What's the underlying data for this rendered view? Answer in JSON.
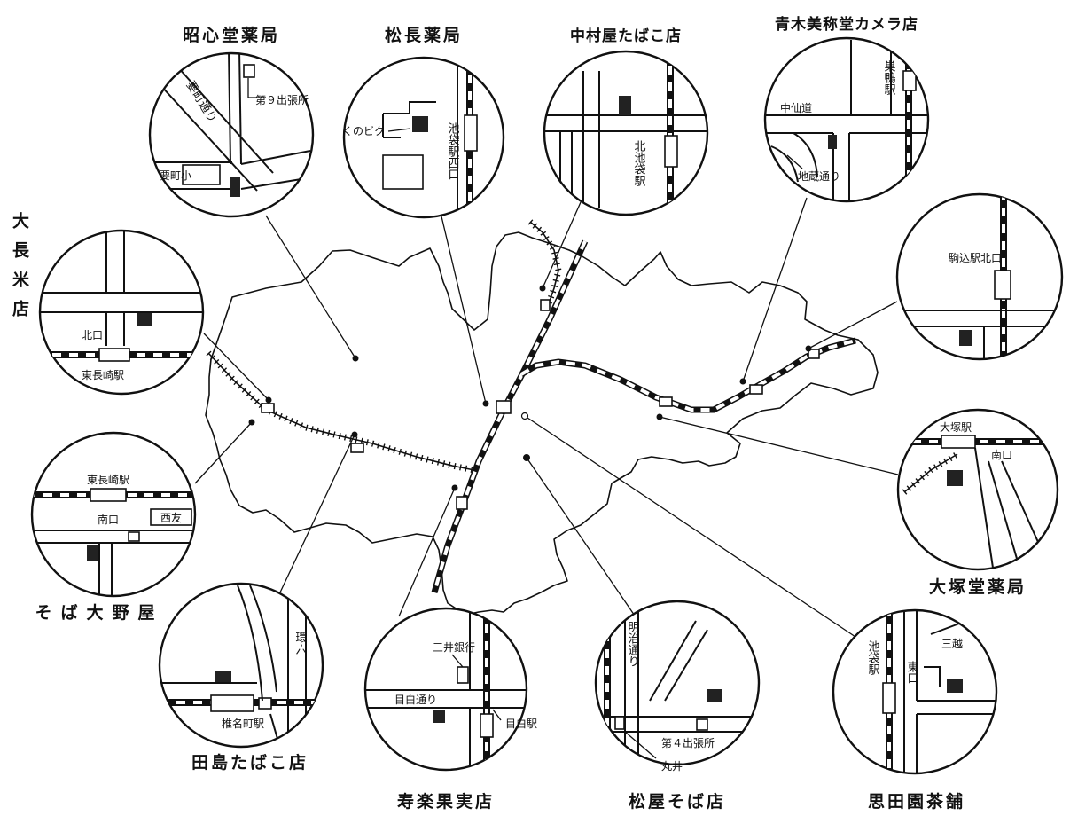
{
  "shops": {
    "shoshindo": {
      "name": "昭心堂薬局",
      "labels": {
        "street": "要町通り",
        "office": "第９出張所",
        "school": "要町小"
      }
    },
    "matsunaga": {
      "name": "松長薬局",
      "labels": {
        "station": "池袋駅西口",
        "building": "くのビク"
      }
    },
    "nakamuraya": {
      "name": "中村屋たばこ店",
      "labels": {
        "station": "北池袋駅"
      }
    },
    "aoki": {
      "name": "青木美称堂カメラ店",
      "labels": {
        "station": "巣鴨駅",
        "road": "中仙道",
        "street": "地蔵通り"
      }
    },
    "okubome": {
      "name": "大長米店",
      "labels": {
        "exit": "北口",
        "station": "東長崎駅"
      }
    },
    "komagome": {
      "labels": {
        "station": "駒込駅北口"
      }
    },
    "otsukado": {
      "name": "大塚堂薬局",
      "labels": {
        "station": "大塚駅",
        "exit": "南口"
      }
    },
    "sobaonoya": {
      "name": "そば大野屋",
      "labels": {
        "station": "東長崎駅",
        "exit": "南口",
        "store": "西友"
      }
    },
    "tajima": {
      "name": "田島たばこ店",
      "labels": {
        "station": "椎名町駅",
        "road": "環六"
      }
    },
    "jurakuka": {
      "name": "寿楽果実店",
      "labels": {
        "bank": "三井銀行",
        "street": "目白通り",
        "station": "目白駅"
      }
    },
    "matsuyasoba": {
      "name": "松屋そば店",
      "labels": {
        "street": "明治通り",
        "office": "第４出張所",
        "store": "丸井"
      }
    },
    "ondaen": {
      "name": "思田園茶舗",
      "labels": {
        "station": "池袋駅",
        "exit": "東口",
        "store": "三越"
      }
    }
  }
}
